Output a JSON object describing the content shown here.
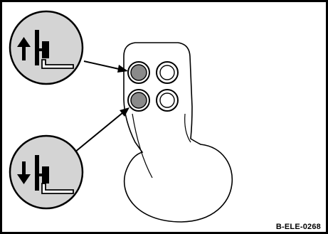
{
  "reference_code": "B-ELE-0268",
  "colors": {
    "frame": "#000000",
    "badge_fill": "#d4d4d4",
    "button_active_fill": "#8a8a8a",
    "button_inactive_fill": "#ffffff",
    "line": "#000000"
  },
  "callouts": [
    {
      "name": "fork-raise-symbol",
      "icon": "arrow-up-fork-icon",
      "target": "upper-left-button"
    },
    {
      "name": "fork-lower-symbol",
      "icon": "arrow-down-fork-icon",
      "target": "lower-left-button"
    }
  ],
  "remote": {
    "buttons": [
      {
        "name": "upper-left-button",
        "state": "highlighted"
      },
      {
        "name": "upper-right-button",
        "state": "plain"
      },
      {
        "name": "lower-left-button",
        "state": "highlighted"
      },
      {
        "name": "lower-right-button",
        "state": "plain"
      }
    ]
  }
}
